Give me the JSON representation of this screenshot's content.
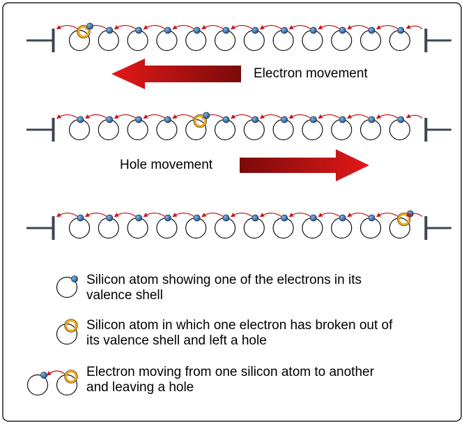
{
  "labels": {
    "electron_movement": "Electron movement",
    "hole_movement": "Hole movement"
  },
  "legend": [
    {
      "line1": "Silicon atom showing one of the electrons in its",
      "line2": "valence shell"
    },
    {
      "line1": "Silicon atom in which one electron has broken out of",
      "line2": "its valence shell and left a hole"
    },
    {
      "line1": "Electron moving from one silicon atom to another",
      "line2": "and leaving a hole"
    }
  ],
  "rows": [
    {
      "atoms": 12,
      "hole_atom": 1
    },
    {
      "atoms": 12,
      "hole_atom": 5
    },
    {
      "atoms": 12,
      "hole_atom": 12
    }
  ],
  "colors": {
    "electron": "#1f5f9e",
    "hole": "#f0a818",
    "arrow": "#c41a1a",
    "big_arrow_light": "#e01818",
    "big_arrow_dark": "#8a0c0c",
    "terminal": "#3c4650"
  }
}
